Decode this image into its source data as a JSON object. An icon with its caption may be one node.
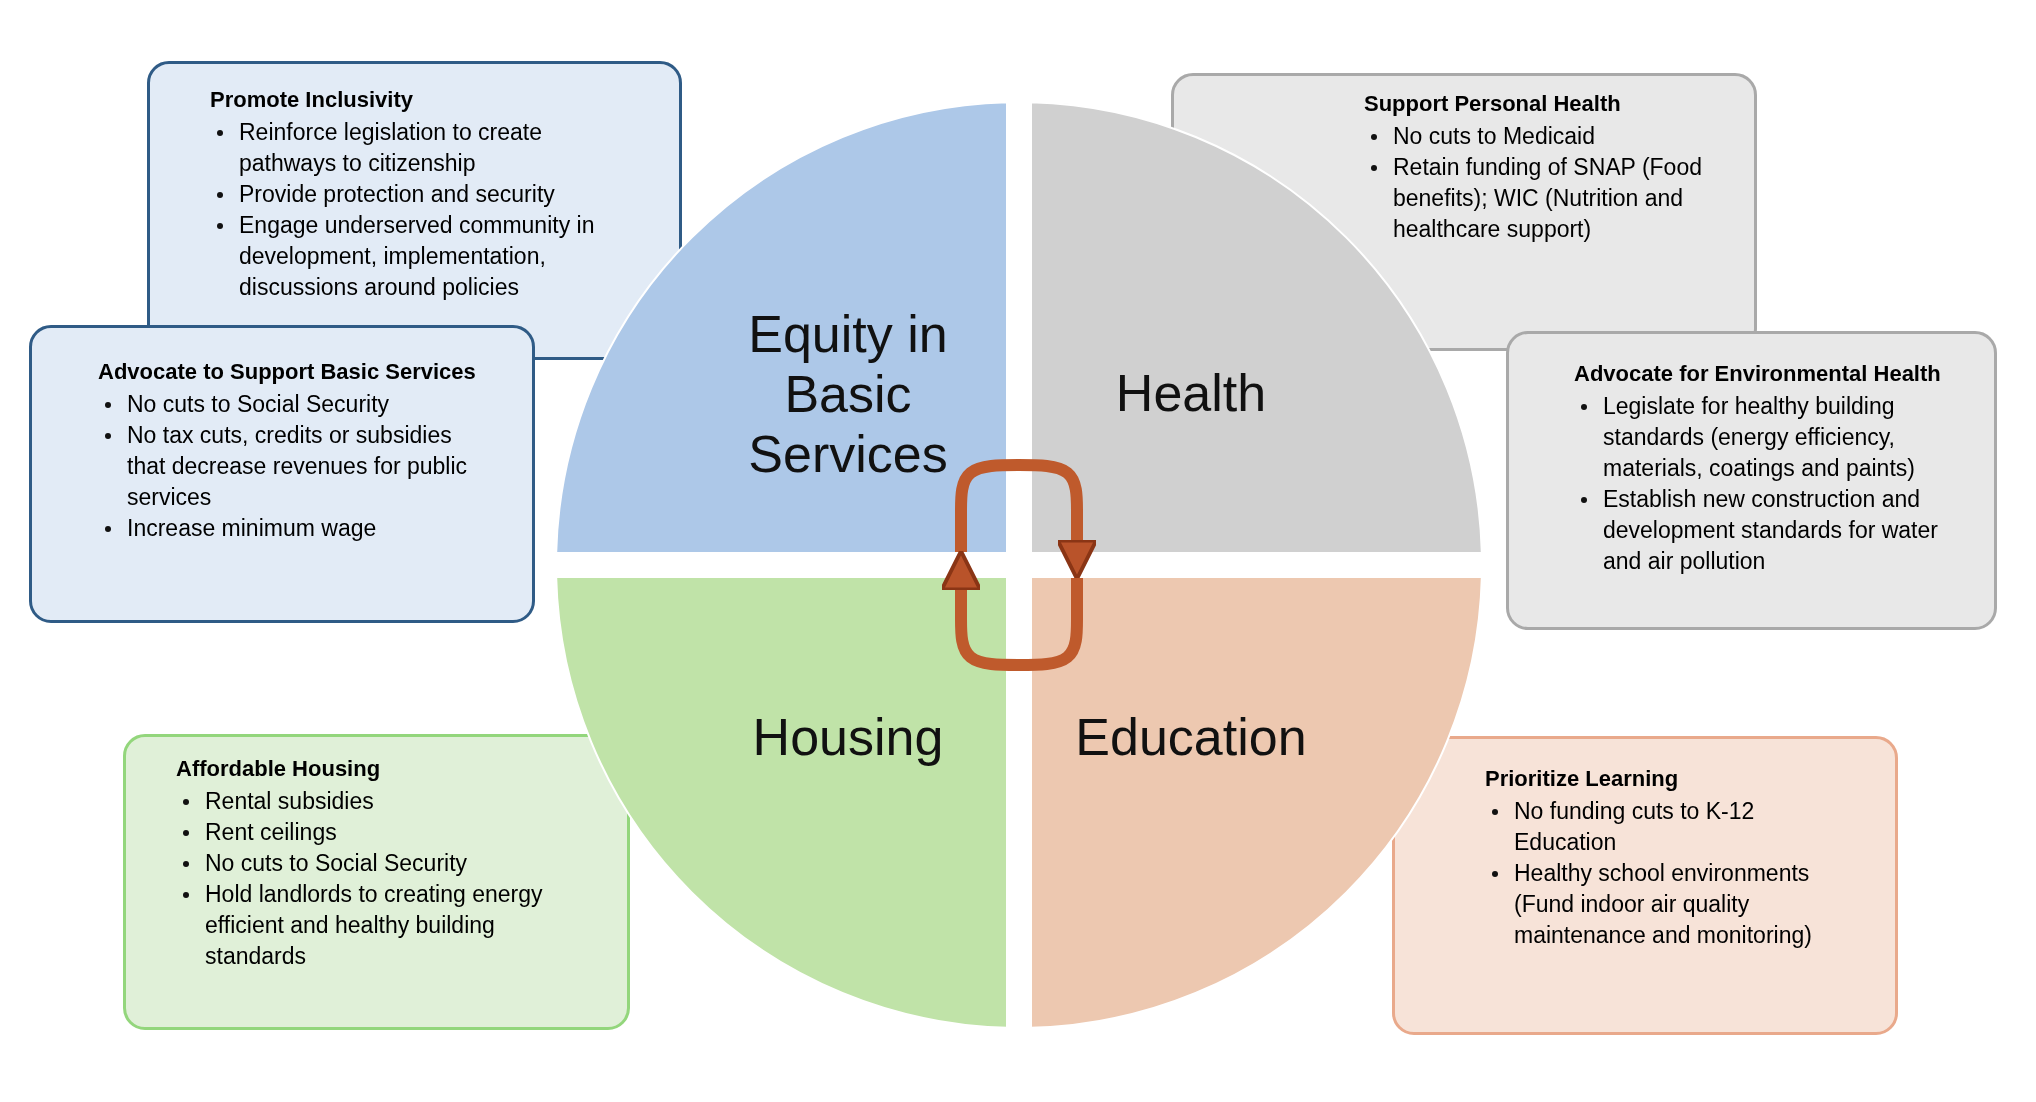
{
  "diagram": {
    "nodes": [
      {
        "text": [
          "Promote Inclusivity",
          "Reinforce legislation to create pathways to citizenship",
          "Provide protection and security",
          "Engage underserved  community in development, implementation, discussions around policies"
        ]
      },
      {
        "text": [
          "Support Personal Health",
          "No cuts to Medicaid",
          "Retain funding of SNAP (Food benefits); WIC (Nutrition and healthcare support)"
        ]
      },
      {
        "text": [
          "Equity in Basic Services"
        ]
      },
      {
        "text": [
          "Health"
        ]
      },
      {
        "text": [
          "Advocate to Support Basic Services",
          "No cuts to Social Security",
          "No tax cuts, credits or subsidies that decrease revenues for public services",
          "Increase minimum wage"
        ]
      },
      {
        "text": [
          "Advocate for Environmental Health",
          "Legislate for healthy building standards (energy efficiency, materials, coatings and paints)",
          "Establish new construction and development standards for water and air pollution"
        ]
      },
      {
        "text": [
          "Housing"
        ]
      },
      {
        "text": [
          "Education"
        ]
      },
      {
        "text": [
          "Affordable Housing",
          "Rental subsidies",
          "Rent ceilings",
          "No cuts to Social Security",
          "Hold landlords to creating energy efficient and healthy building standards"
        ]
      },
      {
        "text": [
          "Prioritize Learning",
          "No funding cuts to K-12 Education",
          "Healthy school environments (Fund indoor air quality maintenance and monitoring)"
        ]
      }
    ],
    "edges": [
      {
        "from": 2,
        "to": 3,
        "arrow": "to"
      },
      {
        "from": 7,
        "to": 6,
        "arrow": "to"
      }
    ]
  }
}
